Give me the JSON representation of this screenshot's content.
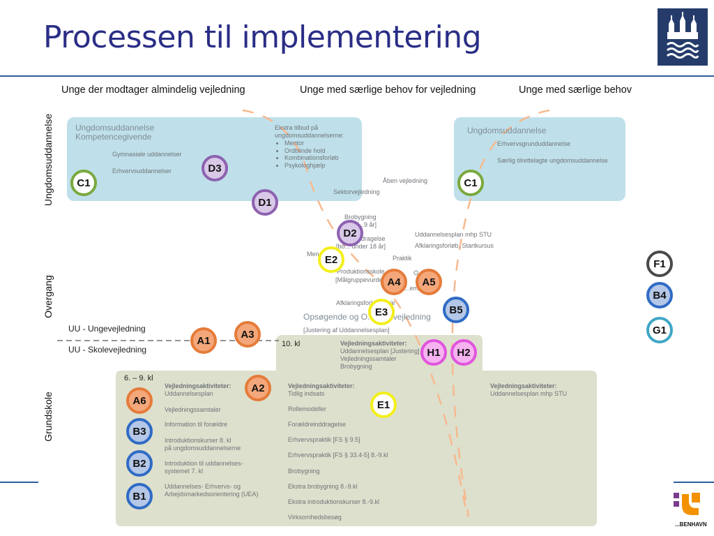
{
  "title": "Processen til implementering",
  "colors": {
    "title": "#2a2e86",
    "rule": "#2c5c9a",
    "youth_region": "#bfe0ea",
    "school_region": "#dde0cc",
    "dashed_path": "#f7b98f",
    "logo_bg": "#253c6b"
  },
  "icons": {
    "logo": "copenhagen-coat-of-arms-icon",
    "footer_logo": "kobenhavn-logo-icon"
  },
  "column_headers": [
    "Unge der modtager almindelig vejledning",
    "Unge med særlige behov for vejledning",
    "Unge med særlige behov"
  ],
  "side_labels": {
    "youth": "Ungdomsuddannelse",
    "transition": "Overgang",
    "school": "Grundskole"
  },
  "uu": {
    "ungevejledning": "UU - Ungevejledning",
    "skolevejledning": "UU - Skolevejledning"
  },
  "youth_left": {
    "title_line1": "Ungdomsuddannelse",
    "title_line2": "Kompetencegivende",
    "item1": "Gymnasiale uddannelser",
    "item2": "Erhvervsuddannelser",
    "extra_heading_line1": "Ekstra tilbud på",
    "extra_heading_line2": "ungdomsuddannelserne:",
    "extra_items": [
      "Mentor",
      "Ordblinde hold",
      "Kombinationsforløb",
      "Psykologhjælp"
    ]
  },
  "youth_right": {
    "title": "Ungdomsuddannelse",
    "item1": "Erhvervsgrunduddannelse",
    "item2": "Særlig tilrettelagte ungdomsuddannelse"
  },
  "transition": {
    "aaben": "Åben vejledning",
    "sektor": "Sektorvejledning",
    "brobygning": "Brobygning",
    "brobygning_sub": "[...9 år]",
    "foraeldre": "F...nddragelse",
    "foraeldre_sub": "[bo... under 18 år]",
    "uddannelsesplan_stu": "Uddannelsesplan mhp STU",
    "afklaringsforlob": "Afklaringsforløb, Startkursus",
    "mentor": "Men...",
    "praktik": "Praktik",
    "produktionsskole": "Produktionsskole",
    "produktionsskole_sub": "[Målgruppevurder...]",
    "other": "O...m",
    "em": "...em",
    "afklaring_veje": "Afklaringsforl...e Veje",
    "opsogende": "Opsøgende og O... nde vejledning",
    "justering": "[Justering af Uddannelsesplan]"
  },
  "school_upper": {
    "grade": "10. kl",
    "heading": "Vejledningsaktiviteter:",
    "items": [
      "Uddannelsesplan [Justering]",
      "Vejledningssamtaler",
      "Brobygning"
    ]
  },
  "school_left": {
    "grade": "6. – 9. kl",
    "heading": "Vejledningsaktiviteter:",
    "item1": "Uddannelsesplan",
    "item2": "Vejledningssamtaler",
    "item3": "Information til forældre",
    "item4_line1": "Introduktionskurser 8. kl",
    "item4_line2": "på ungdomsuddannelserne",
    "item5_line1": "Introduktion til uddannelses-",
    "item5_line2": "systemet 7. kl",
    "item6_line1": "Uddannelses- Erhvervs- og",
    "item6_line2": "Arbejdsmarkedsorientering (UEA)"
  },
  "school_mid": {
    "heading": "Vejledningsaktiviteter:",
    "items": [
      "Tidlig indsats",
      "Rollemodeller",
      "Forældreinddragelse",
      "Erhvervspraktik [FS § 9.5]",
      "Erhvervspraktik [FS § 33.4-5] 8.-9.kl",
      "Brobygning",
      "Ekstra brobygning 8.-9.kl",
      "Ekstra introduktionskurser 8.-9.kl",
      "Virksomhedsbesøg"
    ]
  },
  "school_right": {
    "heading": "Vejledningsaktiviteter:",
    "item1": "Uddannelsesplan mhp STU"
  },
  "markers": {
    "C1_left": "C1",
    "D3": "D3",
    "D1": "D1",
    "C1_right": "C1",
    "D2": "D2",
    "E2": "E2",
    "A4": "A4",
    "A5": "A5",
    "E3": "E3",
    "B5": "B5",
    "A1": "A1",
    "A3": "A3",
    "H1": "H1",
    "H2": "H2",
    "A2": "A2",
    "E1": "E1",
    "A6": "A6",
    "B3": "B3",
    "B2": "B2",
    "B1": "B1",
    "F1": "F1",
    "B4": "B4",
    "G1": "G1"
  },
  "footer_logo_text": "...BENHAVN"
}
